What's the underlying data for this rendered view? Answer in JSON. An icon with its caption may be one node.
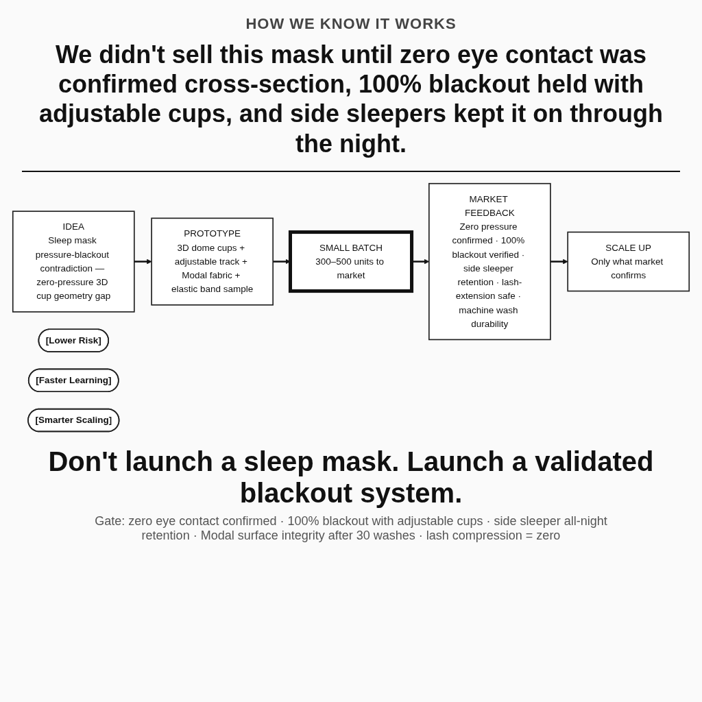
{
  "diagram": {
    "title": "HOW WE KNOW IT WORKS",
    "nodes": [
      {
        "text": [
          "IDEA",
          "Sleep mask pressure-blackout contradiction — zero-pressure 3D cup geometry gap"
        ]
      },
      {
        "text": [
          "PROTOTYPE",
          "3D dome cups + adjustable track + Modal fabric + elastic band sample"
        ]
      },
      {
        "text": [
          "SMALL BATCH",
          "300–500 units to market"
        ]
      },
      {
        "text": [
          "MARKET FEEDBACK",
          "Zero pressure confirmed · 100% blackout verified · side sleeper retention · lash-extension safe · machine wash durability"
        ]
      },
      {
        "text": [
          "SCALE UP",
          "Only what market confirms"
        ]
      },
      {
        "text": [
          "[Lower Risk]"
        ]
      },
      {
        "text": [
          "[Faster Learning]"
        ]
      },
      {
        "text": [
          "[Smarter Scaling]"
        ]
      }
    ],
    "edges": [
      {
        "from": 0,
        "to": 1,
        "arrow": "to"
      },
      {
        "from": 1,
        "to": 2,
        "arrow": "to"
      },
      {
        "from": 2,
        "to": 3,
        "arrow": "to"
      },
      {
        "from": 3,
        "to": 4,
        "arrow": "to"
      }
    ],
    "labels": [
      "We didn't sell this mask until zero eye contact was confirmed cross-section, 100% blackout held with adjustable cups, and side sleepers kept it on through the night.",
      "Don't launch a sleep mask. Launch a validated blackout system."
    ],
    "caption": "Gate: zero eye contact confirmed · 100% blackout with adjustable cups · side sleeper all-night retention · Modal surface integrity after 30 washes · lash compression = zero"
  }
}
